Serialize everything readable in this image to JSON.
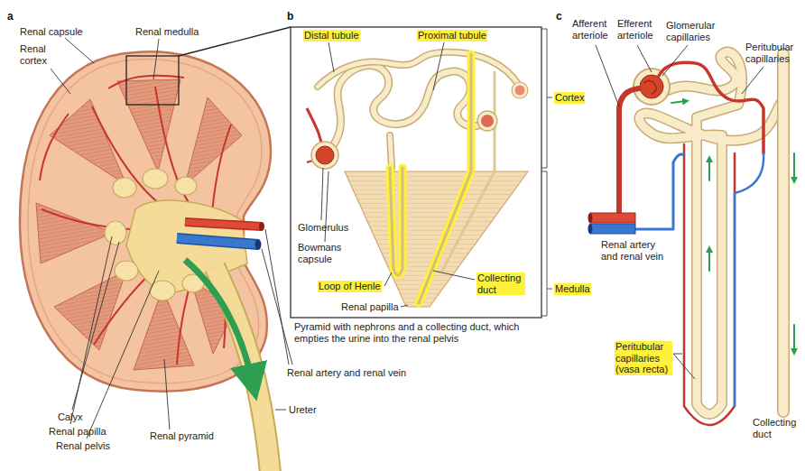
{
  "diagram": {
    "labels": [
      "a",
      "b",
      "c",
      "Renal capsule",
      "Renal medulla",
      "Renal cortex",
      "Distal tubule",
      "Proximal tubule",
      "Afferent arteriole",
      "Efferent arteriole",
      "Glomerular capillaries",
      "Peritubular capillaries",
      "Cortex",
      "Glomerulus",
      "Bowmans capsule",
      "Renal artery and renal vein",
      "Loop of Henle",
      "Collecting duct",
      "Medulla",
      "Renal papilla",
      "Pyramid with nephrons and a collecting duct, which empties the urine into the renal pelvis",
      "Peritubular capillaries (vasa recta)",
      "Renal artery and renal vein",
      "Ureter",
      "Calyx",
      "Collecting duct",
      "Renal papilla",
      "Renal pyramid",
      "Renal pelvis"
    ]
  }
}
